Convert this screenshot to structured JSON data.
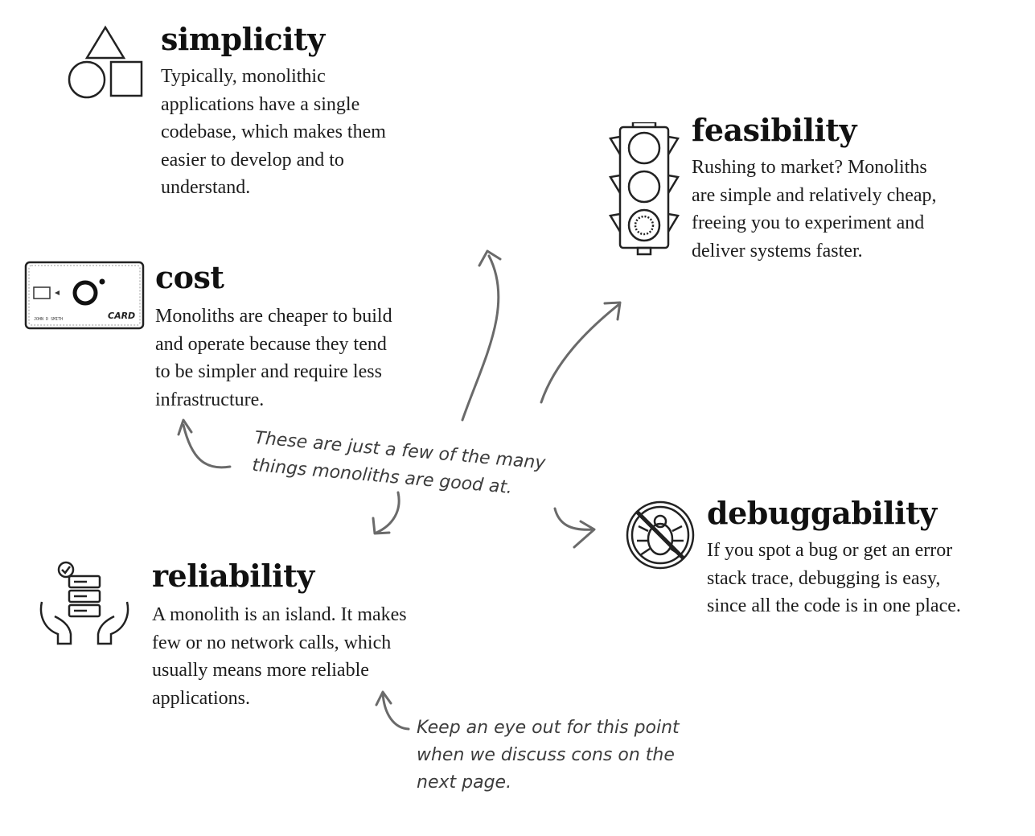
{
  "items": {
    "simplicity": {
      "title": "simplicity",
      "lines": [
        "Typically, monolithic",
        "applications have a single",
        "codebase, which makes them",
        "easier to develop and to",
        "understand."
      ],
      "icon": "shapes-icon"
    },
    "feasibility": {
      "title": "feasibility",
      "lines": [
        "Rushing to market? Monoliths",
        "are simple and relatively cheap,",
        "freeing you to experiment and",
        "deliver systems faster."
      ],
      "icon": "traffic-light-icon"
    },
    "cost": {
      "title": "cost",
      "lines": [
        "Monoliths are cheaper to build",
        "and operate because they tend",
        "to be simpler and require less",
        "infrastructure."
      ],
      "icon": "credit-card-icon",
      "card_label": "CARD",
      "card_name": "JOHN D SMITH"
    },
    "debuggability": {
      "title": "debuggability",
      "lines": [
        "If you spot a bug or get an error",
        "stack trace, debugging is easy,",
        "since all the code is in one place."
      ],
      "icon": "no-bug-icon"
    },
    "reliability": {
      "title": "reliability",
      "lines": [
        "A monolith is an island. It makes",
        "few or no network calls, which",
        "usually means more reliable",
        "applications."
      ],
      "icon": "server-hands-icon"
    }
  },
  "notes": {
    "center": [
      "These are just a few of the many",
      "things monoliths are good at."
    ],
    "bottom": [
      "Keep an eye out for this point",
      "when we discuss cons on the",
      "next page."
    ]
  }
}
